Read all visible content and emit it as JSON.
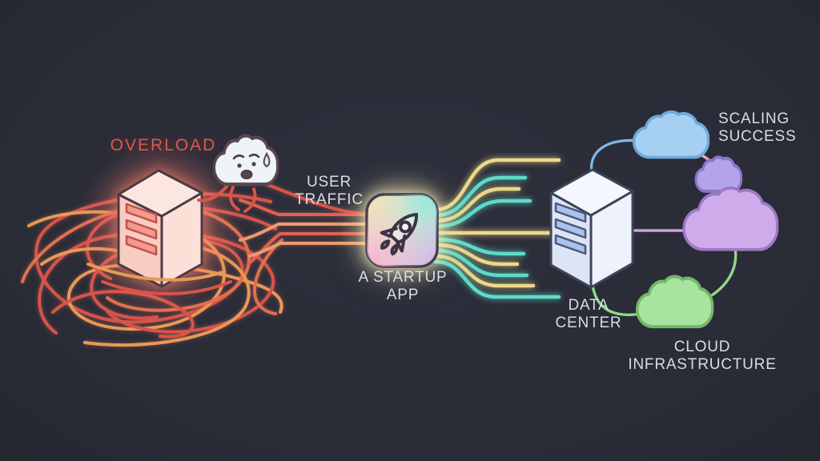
{
  "title": "Startup app scaling diagram",
  "background": "#2a2c38",
  "labels": {
    "overload": "OVERLOAD",
    "user_traffic": "USER\nTRAFFIC",
    "startup_app": "A STARTUP\nAPP",
    "data_center": "DATA\nCENTER",
    "scaling_success": "SCALING\nSUCCESS",
    "cloud_infrastructure": "CLOUD\nINFRASTRUCTURE"
  },
  "colors": {
    "overload_text": "#e0574c",
    "label_text": "#d9dde3",
    "wire_red": "#d9534a",
    "wire_orange": "#e79a55",
    "traffic_line_yellow": "#ecd88a",
    "traffic_line_teal": "#5ddbc9",
    "overloaded_server_fill": "#f8cfc5",
    "data_center_fill": "#e9eefa",
    "cloud_blue": "#a5d0f2",
    "cloud_purple_small": "#b3a3e8",
    "cloud_purple_large": "#cfabec",
    "cloud_green": "#a9e3a0"
  },
  "icons": {
    "startup_app": "rocket-icon",
    "overload_mood": "sad-cloud-icon",
    "overloaded_server": "server-icon",
    "data_center": "server-icon",
    "scaling_clouds": "cloud-icon"
  },
  "diagram": {
    "nodes": [
      {
        "id": "overloaded-server",
        "label": "OVERLOAD",
        "state": "overloaded"
      },
      {
        "id": "startup-app",
        "label": "A STARTUP APP"
      },
      {
        "id": "user-traffic",
        "label": "USER TRAFFIC"
      },
      {
        "id": "data-center",
        "label": "DATA CENTER"
      },
      {
        "id": "cloud-infrastructure",
        "label": "CLOUD INFRASTRUCTURE"
      },
      {
        "id": "scaling-success",
        "label": "SCALING SUCCESS"
      }
    ],
    "edges": [
      {
        "from": "user-traffic",
        "to": "startup-app",
        "style": "tangled red-orange wires"
      },
      {
        "from": "startup-app",
        "to": "data-center",
        "style": "parallel yellow-teal glowing lines"
      },
      {
        "from": "data-center",
        "to": "cloud-infrastructure",
        "style": "curved connectors to clouds"
      }
    ]
  }
}
